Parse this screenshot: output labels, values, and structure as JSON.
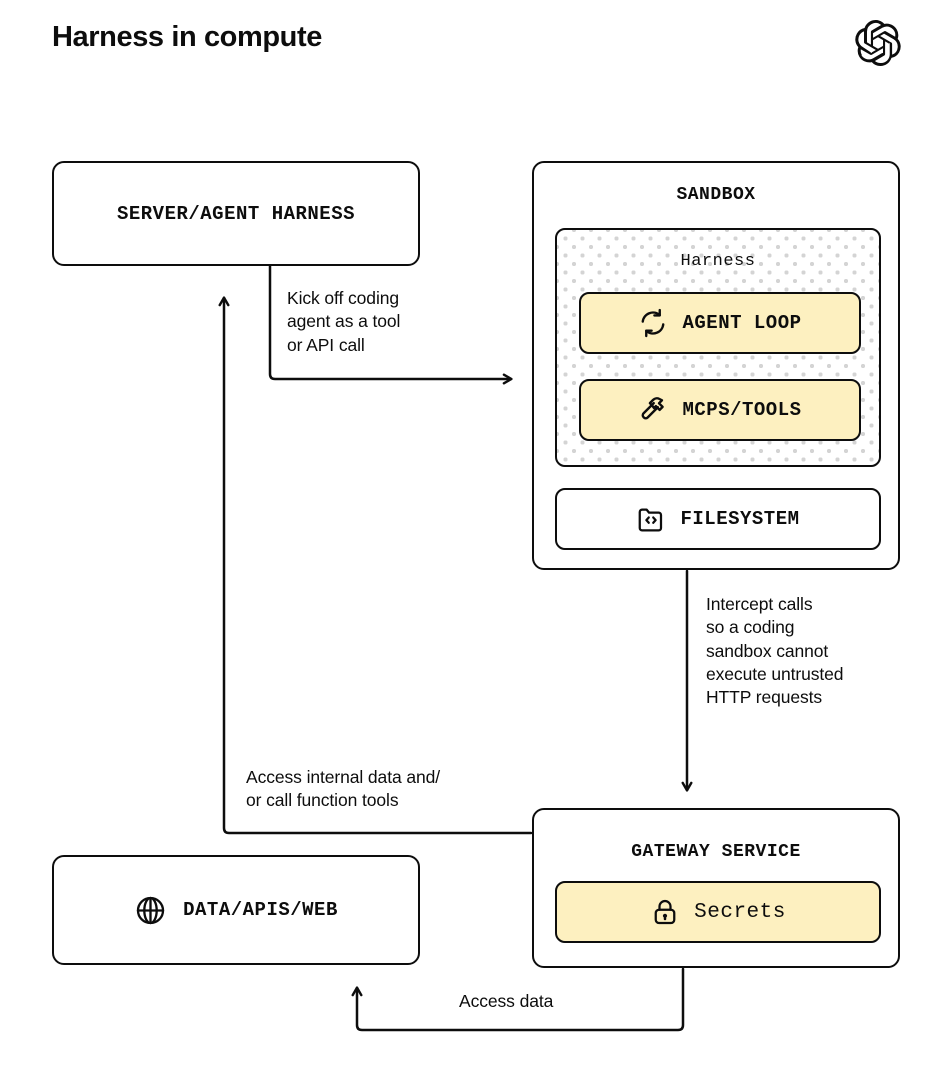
{
  "header": {
    "title": "Harness in compute",
    "logo": "openai-logo"
  },
  "nodes": {
    "server": {
      "label": "SERVER/AGENT HARNESS"
    },
    "sandbox": {
      "title": "SANDBOX",
      "harness": {
        "title": "Harness",
        "items": [
          {
            "label": "AGENT LOOP",
            "icon": "refresh-loop-icon"
          },
          {
            "label": "MCPS/TOOLS",
            "icon": "hammer-icon"
          }
        ]
      },
      "filesystem": {
        "label": "FILESYSTEM",
        "icon": "folder-code-icon"
      }
    },
    "gateway": {
      "title": "GATEWAY SERVICE",
      "secrets": {
        "label": "Secrets",
        "icon": "lock-icon"
      }
    },
    "data": {
      "label": "DATA/APIS/WEB",
      "icon": "globe-icon"
    }
  },
  "edges": {
    "kickoff": "Kick off coding\nagent as a tool\nor API call",
    "intercept": "Intercept calls\nso a coding\nsandbox cannot\nexecute untrusted\nHTTP requests",
    "access_internal": "Access internal data and/\nor call function tools",
    "access_data": "Access data"
  },
  "colors": {
    "ink": "#0d0d0d",
    "accent_yellow": "#fdf0c0",
    "dot_gray": "#d4d4d4",
    "background": "#ffffff"
  }
}
